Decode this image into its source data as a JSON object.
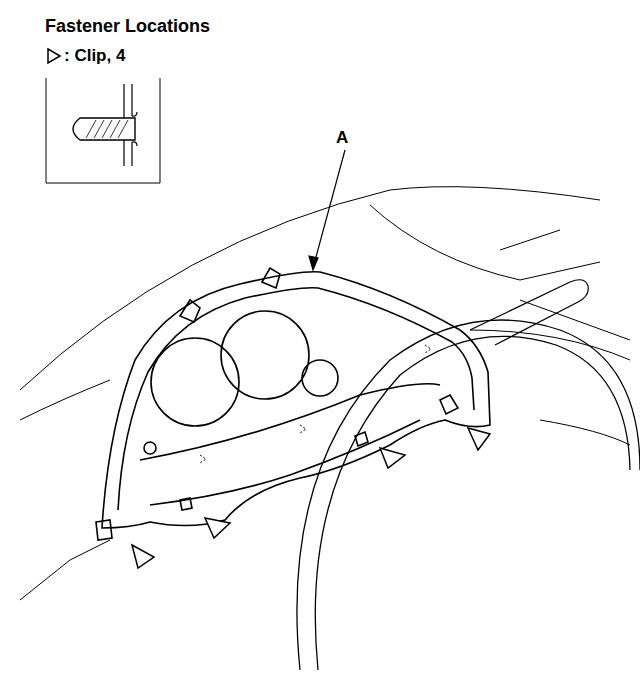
{
  "diagram": {
    "title": "Fastener Locations",
    "labels": [
      "A"
    ],
    "legend": [
      {
        "text": ": Clip, 4"
      }
    ]
  }
}
